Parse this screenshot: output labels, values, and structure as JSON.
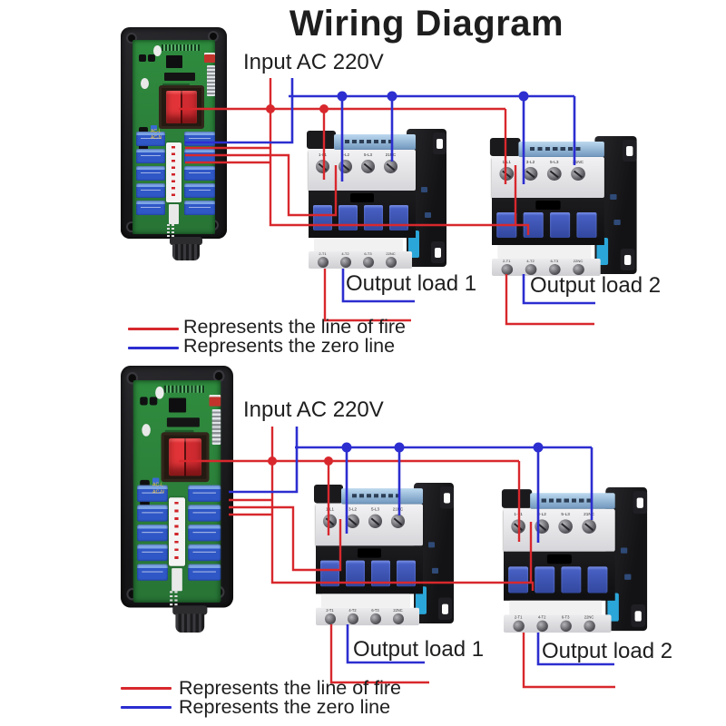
{
  "title": "Wiring Diagram",
  "diagram": {
    "input_label": "Input AC 220V",
    "output_load_1": "Output load 1",
    "output_load_2": "Output load 2",
    "legend_fire": "Represents the line of fire",
    "legend_zero": "Represents the zero line"
  },
  "module": {
    "pcb_labels": [
      "AC-L",
      "AC-N"
    ]
  },
  "contactor": {
    "top_terminals": [
      "1-L1",
      "3-L2",
      "5-L3",
      "21NC"
    ],
    "bottom_terminals": [
      "2-T1",
      "4-T2",
      "6-T3",
      "22NC"
    ]
  },
  "colors": {
    "fire_line": "#d8282d",
    "zero_line": "#2c2ed0",
    "text": "#1e1e1e",
    "background": "#ffffff"
  }
}
